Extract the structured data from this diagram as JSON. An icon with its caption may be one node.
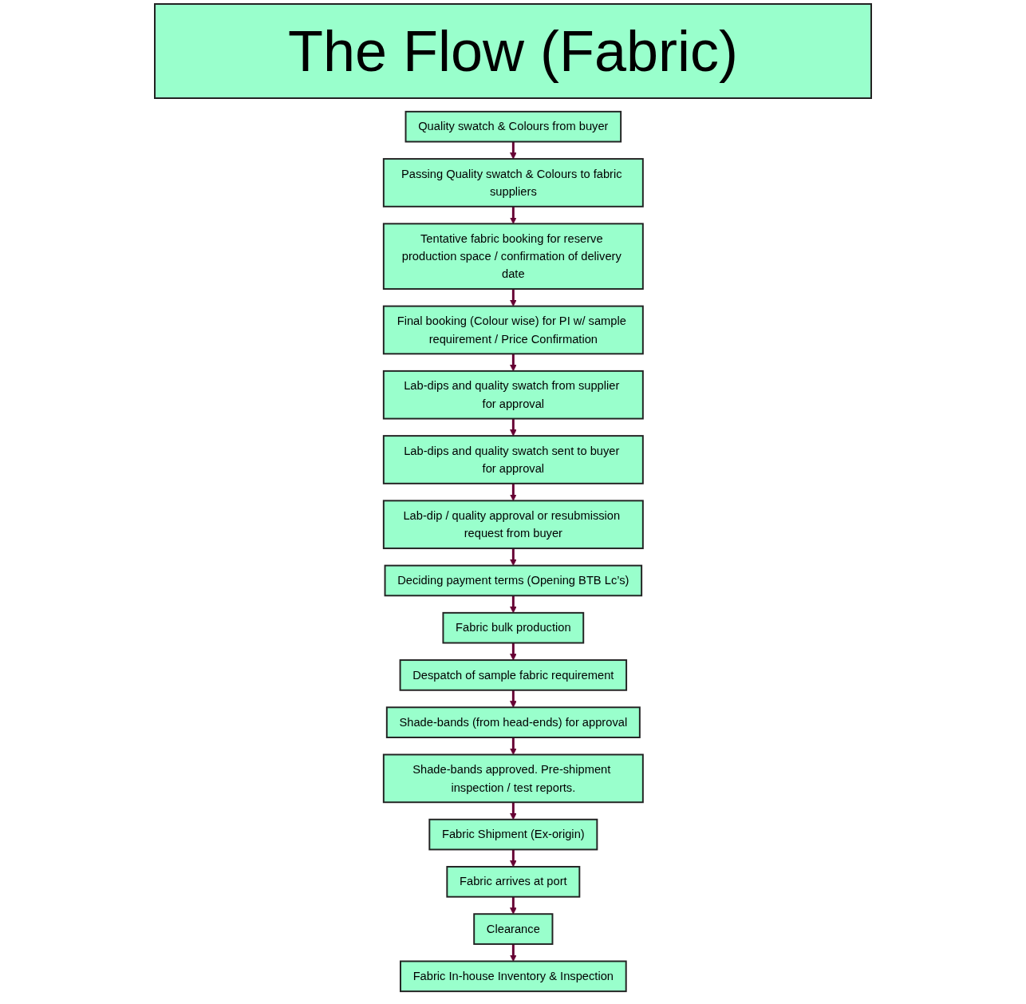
{
  "diagram": {
    "title": "The Flow (Fabric)",
    "nodes": [
      {
        "text": [
          "Quality swatch & Colours from buyer"
        ]
      },
      {
        "text": [
          "Passing Quality swatch & Colours to fabric suppliers"
        ]
      },
      {
        "text": [
          "Tentative fabric booking for reserve production space / confirmation of delivery date"
        ]
      },
      {
        "text": [
          "Final booking (Colour wise) for PI w/ sample requirement / Price Confirmation"
        ]
      },
      {
        "text": [
          "Lab-dips and quality swatch from supplier for approval"
        ]
      },
      {
        "text": [
          "Lab-dips and quality swatch sent to buyer for approval"
        ]
      },
      {
        "text": [
          "Lab-dip / quality approval or resubmission request from buyer"
        ]
      },
      {
        "text": [
          "Deciding payment terms (Opening BTB Lc’s)"
        ]
      },
      {
        "text": [
          "Fabric bulk production"
        ]
      },
      {
        "text": [
          "Despatch of sample fabric requirement"
        ]
      },
      {
        "text": [
          "Shade-bands (from head-ends) for approval"
        ]
      },
      {
        "text": [
          "Shade-bands approved. Pre-shipment inspection / test reports."
        ]
      },
      {
        "text": [
          "Fabric Shipment (Ex-origin)"
        ]
      },
      {
        "text": [
          "Fabric arrives at port"
        ]
      },
      {
        "text": [
          "Clearance"
        ]
      },
      {
        "text": [
          "Fabric In-house Inventory & Inspection"
        ]
      }
    ],
    "edges": [
      {
        "from": 0,
        "to": 1,
        "arrow": "to"
      },
      {
        "from": 1,
        "to": 2,
        "arrow": "to"
      },
      {
        "from": 2,
        "to": 3,
        "arrow": "to"
      },
      {
        "from": 3,
        "to": 4,
        "arrow": "to"
      },
      {
        "from": 4,
        "to": 5,
        "arrow": "to"
      },
      {
        "from": 5,
        "to": 6,
        "arrow": "to"
      },
      {
        "from": 6,
        "to": 7,
        "arrow": "to"
      },
      {
        "from": 7,
        "to": 8,
        "arrow": "to"
      },
      {
        "from": 8,
        "to": 9,
        "arrow": "to"
      },
      {
        "from": 9,
        "to": 10,
        "arrow": "to"
      },
      {
        "from": 10,
        "to": 11,
        "arrow": "to"
      },
      {
        "from": 11,
        "to": 12,
        "arrow": "to"
      },
      {
        "from": 12,
        "to": 13,
        "arrow": "to"
      },
      {
        "from": 13,
        "to": 14,
        "arrow": "to"
      },
      {
        "from": 14,
        "to": 15,
        "arrow": "to"
      }
    ]
  }
}
